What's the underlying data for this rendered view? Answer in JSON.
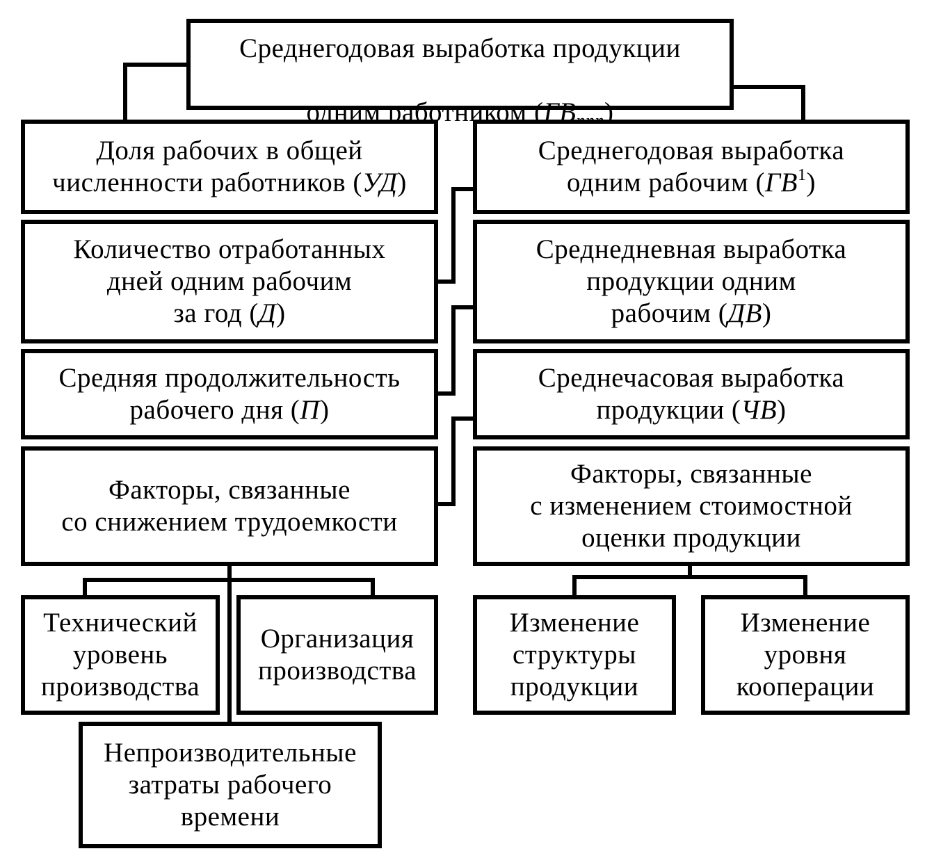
{
  "nodes": {
    "top": {
      "lines": [
        "Среднегодовая выработка продукции",
        "одним работником ("
      ],
      "sym": "ГВ",
      "sub": "ппп",
      "tail": ")"
    },
    "ud": {
      "text": "Доля рабочих в общей\nчисленности работников (",
      "sym": "УД",
      "tail": ")"
    },
    "d": {
      "text": "Количество отработанных\nдней одним рабочим\nза год (",
      "sym": "Д",
      "tail": ")"
    },
    "p": {
      "text": "Средняя продолжительность\nрабочего дня (",
      "sym": "П",
      "tail": ")"
    },
    "trud": {
      "text": "Факторы, связанные\nсо снижением трудоемкости"
    },
    "gv1": {
      "text": "Среднегодовая выработка\nодним рабочим (",
      "sym": "ГВ",
      "sup": "1",
      "tail": ")"
    },
    "dv": {
      "text": "Среднедневная выработка\nпродукции одним\nрабочим (",
      "sym": "ДВ",
      "tail": ")"
    },
    "chv": {
      "text": "Среднечасовая выработка\nпродукции (",
      "sym": "ЧВ",
      "tail": ")"
    },
    "stoim": {
      "text": "Факторы, связанные\nс изменением стоимостной\nоценки продукции"
    },
    "tech": {
      "text": "Технический\nуровень\nпроизводства"
    },
    "org": {
      "text": "Организация\nпроизводства"
    },
    "nepr": {
      "text": "Непроизводительные\nзатраты рабочего\nвремени"
    },
    "struct": {
      "text": "Изменение\nструктуры\nпродукции"
    },
    "coop": {
      "text": "Изменение\nуровня\nкооперации"
    }
  }
}
